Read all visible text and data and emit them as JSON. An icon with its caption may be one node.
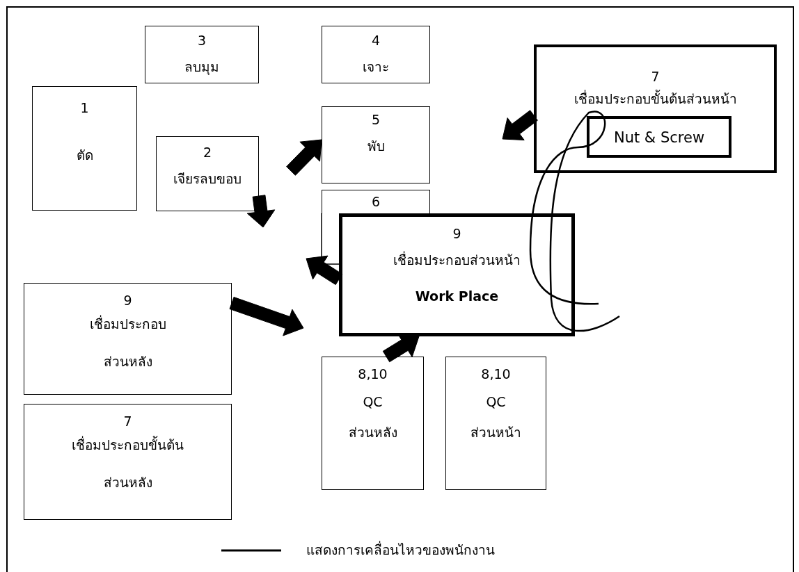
{
  "diagram": {
    "nodes": [
      {
        "text": [
          "1",
          "ตัด"
        ]
      },
      {
        "text": [
          "3",
          "ลบมุม"
        ]
      },
      {
        "text": [
          "2",
          "เจียรลบขอบ"
        ]
      },
      {
        "text": [
          "4",
          "เจาะ"
        ]
      },
      {
        "text": [
          "5",
          "พับ"
        ]
      },
      {
        "text": [
          "6"
        ]
      },
      {
        "text": [
          "9",
          "เชื่อมประกอบส่วนหน้า",
          "Work Place"
        ]
      },
      {
        "text": [
          "7",
          "เชื่อมประกอบขั้นต้นส่วนหน้า"
        ]
      },
      {
        "text": [
          "Nut & Screw"
        ],
        "in": 7
      },
      {
        "text": [
          "9",
          "เชื่อมประกอบ",
          "ส่วนหลัง"
        ]
      },
      {
        "text": [
          "7",
          "เชื่อมประกอบขั้นต้น",
          "ส่วนหลัง"
        ]
      },
      {
        "text": [
          "8,10",
          "QC",
          "ส่วนหลัง"
        ]
      },
      {
        "text": [
          "8,10",
          "QC",
          "ส่วนหน้า"
        ]
      }
    ],
    "edges": [
      {
        "from": 2,
        "to": null,
        "arrow": "to",
        "style": "thick"
      },
      {
        "from": null,
        "to": 4,
        "arrow": "to",
        "style": "thick"
      },
      {
        "from": 6,
        "to": null,
        "arrow": "to",
        "style": "thick"
      },
      {
        "from": 9,
        "to": null,
        "arrow": "to",
        "style": "thick"
      },
      {
        "from": 11,
        "to": 6,
        "arrow": "to",
        "style": "thick"
      },
      {
        "from": 7,
        "to": null,
        "arrow": "to",
        "style": "thick"
      }
    ],
    "legend": [
      {
        "text": "แสดงการเคลื่อนไหวของพนักงาน"
      }
    ]
  }
}
